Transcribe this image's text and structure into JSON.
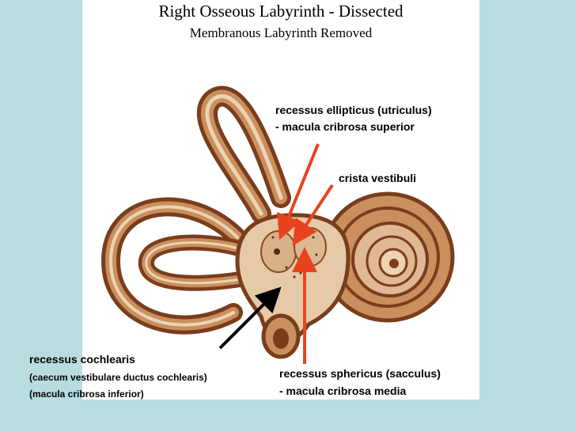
{
  "title": "Right Osseous Labyrinth - Dissected",
  "subtitle": "Membranous Labyrinth Removed",
  "labels": {
    "utriculus_line1": "recessus ellipticus (utriculus)",
    "utriculus_line2": "- macula cribrosa superior",
    "crista": "crista vestibuli",
    "cochlearis_line1": "recessus cochlearis",
    "cochlearis_line2": "(caecum vestibulare ductus cochlearis)",
    "cochlearis_line3": "(macula cribrosa inferior)",
    "sacculus_line1": "recessus sphericus (sacculus)",
    "sacculus_line2": "- macula cribrosa media"
  },
  "colors": {
    "background": "#b7dde0",
    "panel": "#ffffff",
    "bone_outer": "#8b4a22",
    "bone_inner": "#e6c9a6",
    "arrow_red": "#e8431f",
    "arrow_black": "#000000"
  }
}
